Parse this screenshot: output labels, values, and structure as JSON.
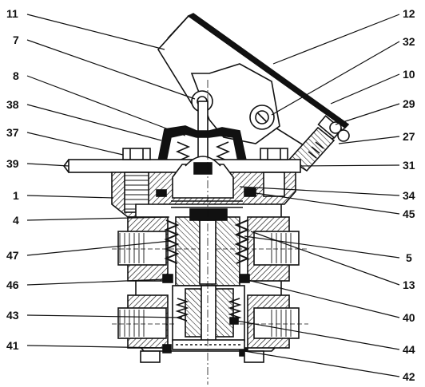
{
  "labels": {
    "l11": "11",
    "l7": "7",
    "l8": "8",
    "l38": "38",
    "l37": "37",
    "l39": "39",
    "l1": "1",
    "l4": "4",
    "l47": "47",
    "l46": "46",
    "l43": "43",
    "l41": "41",
    "l12": "12",
    "l32": "32",
    "l10": "10",
    "l29": "29",
    "l27": "27",
    "l31": "31",
    "l34": "34",
    "l45": "45",
    "l5": "5",
    "l13": "13",
    "l40": "40",
    "l44": "44",
    "l42": "42"
  },
  "colors": {
    "ink": "#111111",
    "paper": "#ffffff"
  }
}
